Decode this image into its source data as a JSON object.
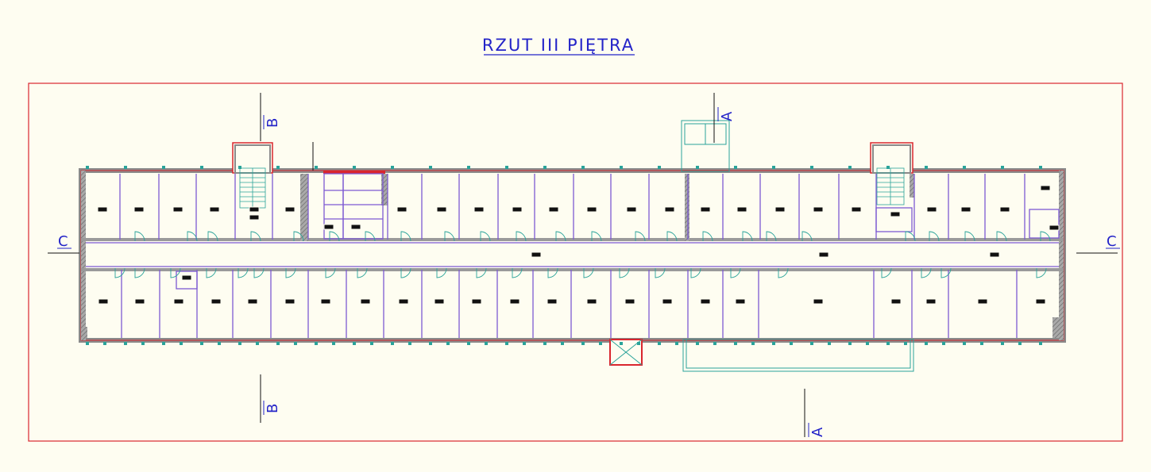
{
  "title": "RZUT III PIĘTRA",
  "section_marks": {
    "a_top": "A",
    "a_bottom": "A",
    "b_top": "B",
    "b_bottom": "B",
    "c_left": "C",
    "c_right": "C"
  },
  "colors": {
    "background": "#fefdf1",
    "frame": "#d9262e",
    "walls": "#8a8a8a",
    "partitions": "#7d5ad2",
    "text": "#2323c8",
    "fixtures": "#2aa39a",
    "lines": "#111111"
  },
  "icons": [
    "door-swing-icon",
    "stair-icon",
    "window-mark-icon",
    "room-tag-icon"
  ]
}
